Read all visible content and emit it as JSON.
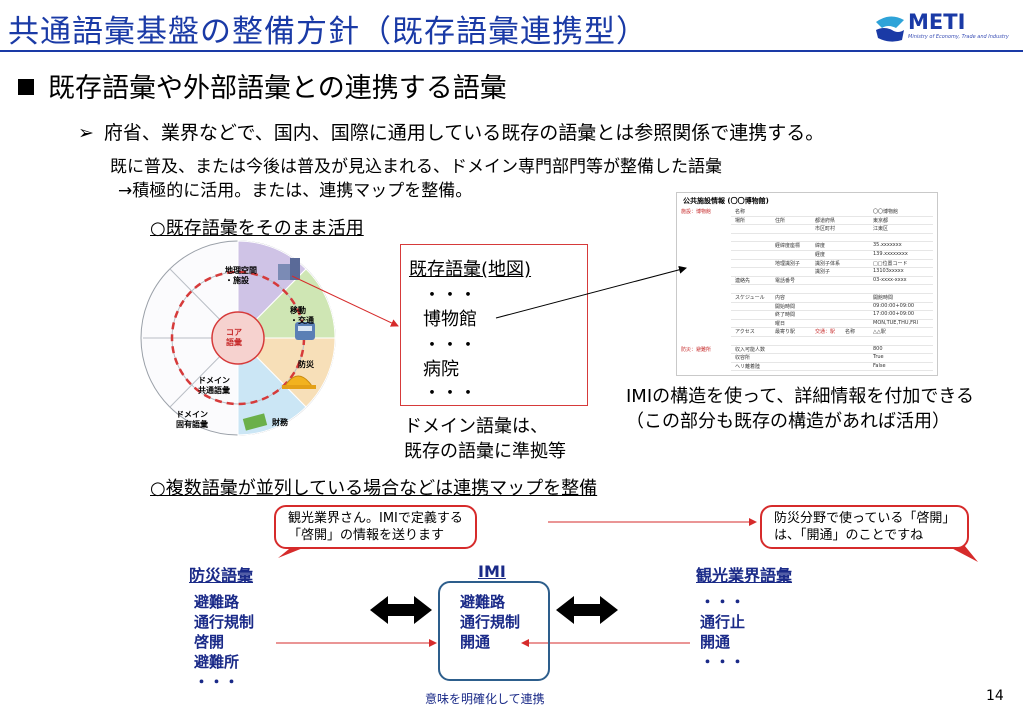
{
  "header": {
    "title": "共通語彙基盤の整備方針（既存語彙連携型）",
    "logo_text": "METI",
    "logo_subtext": "Ministry of Economy, Trade and Industry",
    "brand_color": "#1a3aa6"
  },
  "bullet_main": "既存語彙や外部語彙との連携する語彙",
  "bullet_sub": "府省、業界などで、国内、国際に通用している既存の語彙とは参照関係で連携する。",
  "desc_line1": "既に普及、または今後は普及が見込まれる、ドメイン専門部門等が整備した語彙",
  "desc_line2": "→積極的に活用。または、連携マップを整備。",
  "section1_heading": "○既存語彙をそのまま活用",
  "wheel": {
    "core_label": "コア\n語彙",
    "ring_label": "ドメイン\n共通語彙",
    "outer_label": "ドメイン\n固有語彙",
    "seg_geo": "地理空間\n・施設",
    "seg_transport": "移動\n・交通",
    "seg_disaster": "防災",
    "seg_finance": "財務"
  },
  "map_box": {
    "heading": "既存語彙(地図)",
    "dots": "・・・",
    "item1": "博物館",
    "item2": "病院"
  },
  "domain_note": [
    "ドメイン語彙は、",
    "既存の語彙に準拠等"
  ],
  "table": {
    "title": "公共施設情報 (〇〇博物館)",
    "rows": [
      [
        "施設：博物館",
        "名称",
        "",
        "",
        "",
        "〇〇博物館"
      ],
      [
        "",
        "場所",
        "住所",
        "都道府県",
        "",
        "東京都"
      ],
      [
        "",
        "",
        "",
        "市区町村",
        "",
        "江東区"
      ],
      [
        "",
        "",
        "",
        "",
        "",
        ""
      ],
      [
        "",
        "",
        "経緯度座標",
        "緯度",
        "",
        "35.xxxxxxx"
      ],
      [
        "",
        "",
        "",
        "経度",
        "",
        "139.xxxxxxxx"
      ],
      [
        "",
        "",
        "地理識別子",
        "識別子体系",
        "",
        "□□位置コード"
      ],
      [
        "",
        "",
        "",
        "識別子",
        "",
        "13103xxxxx"
      ],
      [
        "",
        "連絡先",
        "電話番号",
        "",
        "",
        "03-xxxx-xxxx"
      ],
      [
        "",
        "",
        "",
        "",
        "",
        ""
      ],
      [
        "",
        "スケジュール",
        "内容",
        "",
        "",
        "開館時間"
      ],
      [
        "",
        "",
        "開始時間",
        "",
        "",
        "09:00:00+09:00"
      ],
      [
        "",
        "",
        "終了時間",
        "",
        "",
        "17:00:00+09:00"
      ],
      [
        "",
        "",
        "曜日",
        "",
        "",
        "MON,TUE,THU,FRI"
      ],
      [
        "",
        "アクセス",
        "最寄り駅",
        "交通：駅",
        "名称",
        "△△駅"
      ],
      [
        "",
        "",
        "",
        "",
        "",
        ""
      ],
      [
        "防災：避難所",
        "収入可能人数",
        "",
        "",
        "",
        "800"
      ],
      [
        "",
        "収容所",
        "",
        "",
        "",
        "True"
      ],
      [
        "",
        "ヘリ離着陸",
        "",
        "",
        "",
        "False"
      ]
    ]
  },
  "imi_note": [
    "IMIの構造を使って、詳細情報を付加できる",
    "（この部分も既存の構造があれば活用）"
  ],
  "section2_heading": "○複数語彙が並列している場合などは連携マップを整備",
  "callout_left": [
    "観光業界さん。IMIで定義する",
    "「啓開」の情報を送ります"
  ],
  "callout_right": [
    "防災分野で使っている「啓開」",
    "は、「開通」のことですね"
  ],
  "vocab_left": {
    "heading": "防災語彙",
    "items": [
      "避難路",
      "通行規制",
      "啓開",
      "避難所",
      "・・・"
    ]
  },
  "vocab_center": {
    "heading": "IMI",
    "items": [
      "避難路",
      "通行規制",
      "開通"
    ],
    "caption": "意味を明確化して連携"
  },
  "vocab_right": {
    "heading": "観光業界語彙",
    "items": [
      "・・・",
      "通行止",
      "開通",
      "・・・"
    ]
  },
  "page_number": "14",
  "colors": {
    "accent_red": "#d62b2b",
    "vocab_blue": "#1a2a88",
    "imi_border": "#2d5e8c"
  }
}
